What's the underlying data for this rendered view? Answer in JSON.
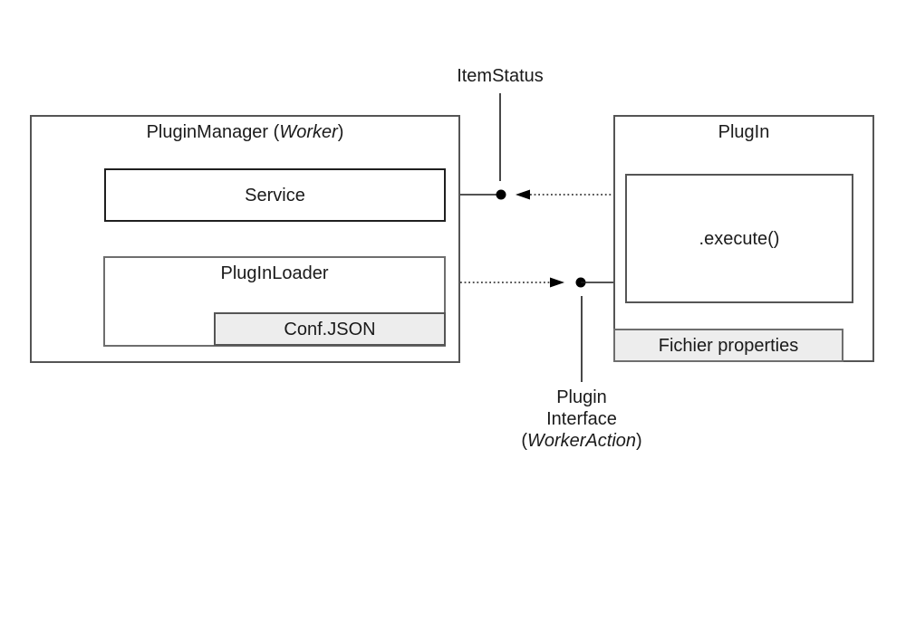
{
  "colors": {
    "background": "#ffffff",
    "border": "#555555",
    "border_dark": "#1f1f1f",
    "border_light": "#6e6e6e",
    "fill_gray": "#ededed",
    "text": "#1a1a1a",
    "line": "#1a1a1a"
  },
  "plugin_manager": {
    "title": {
      "prefix": "PluginManager (",
      "italic": "Worker",
      "suffix": ")"
    },
    "service_label": "Service",
    "loader_label": "PlugInLoader",
    "conf_label": "Conf.JSON"
  },
  "plugin": {
    "title": "PlugIn",
    "execute_label": ".execute()",
    "fichier_label": "Fichier properties"
  },
  "connectors": {
    "item_status_label": "ItemStatus",
    "interface_label": {
      "line1": "Plugin",
      "line2": "Interface",
      "line3_prefix": "(",
      "line3_italic": "WorkerAction",
      "line3_suffix": ")"
    }
  }
}
